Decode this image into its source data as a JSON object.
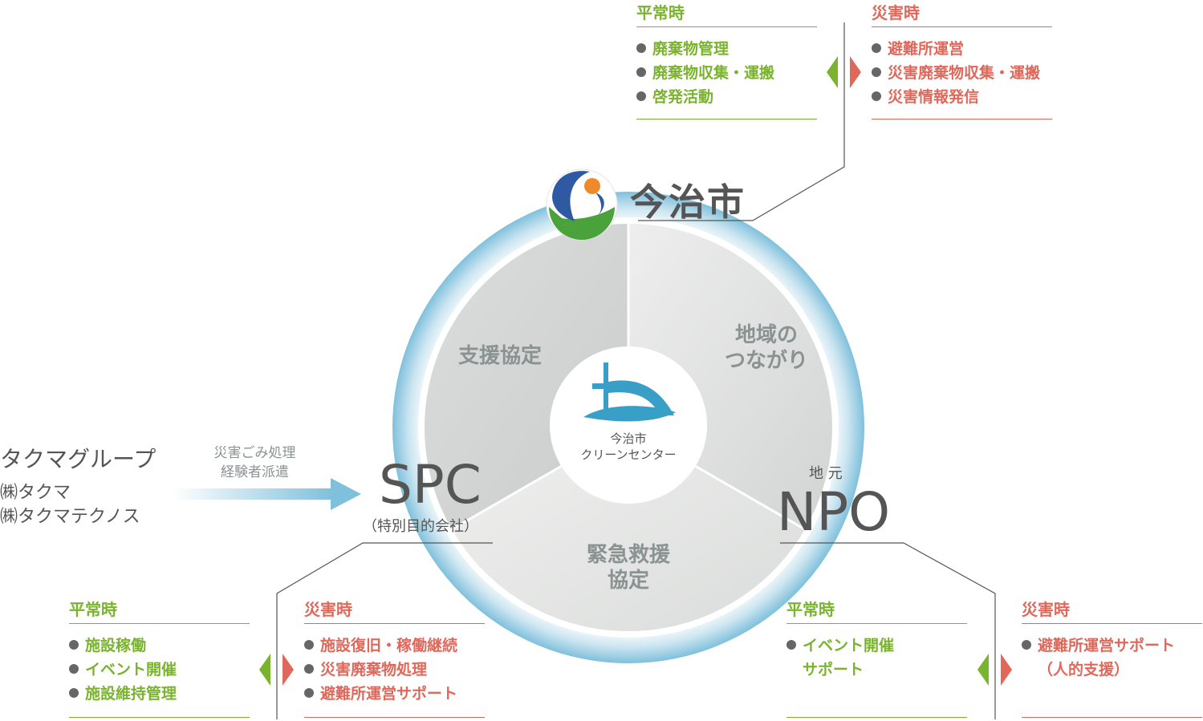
{
  "city": {
    "name": "今治市",
    "normal": {
      "title": "平常時",
      "items": [
        "廃棄物管理",
        "廃棄物収集・運搬",
        "啓発活動"
      ]
    },
    "disaster": {
      "title": "災害時",
      "items": [
        "避難所運営",
        "災害廃棄物収集・運搬",
        "災害情報発信"
      ]
    }
  },
  "center": {
    "line1": "今治市",
    "line2": "クリーンセンター"
  },
  "segments": {
    "top_left": "支援協定",
    "right": {
      "line1": "地域の",
      "line2": "つながり"
    },
    "bottom": {
      "line1": "緊急救援",
      "line2": "協定"
    }
  },
  "spc": {
    "name": "SPC",
    "sub": "（特別目的会社）",
    "normal": {
      "title": "平常時",
      "items": [
        "施設稼働",
        "イベント開催",
        "施設維持管理"
      ]
    },
    "disaster": {
      "title": "災害時",
      "items": [
        "施設復旧・稼働継続",
        "災害廃棄物処理",
        "避難所運営サポート"
      ]
    }
  },
  "npo": {
    "label": "地 元",
    "name": "NPO",
    "normal": {
      "title": "平常時",
      "items": [
        "イベント開催"
      ],
      "continuation": "サポート"
    },
    "disaster": {
      "title": "災害時",
      "items": [
        "避難所運営サポート"
      ],
      "continuation": "（人的支援）"
    }
  },
  "takuma": {
    "title": "タクマグループ",
    "line1": "㈱タクマ",
    "line2": "㈱タクマテクノス",
    "arrow_line1": "災害ごみ処理",
    "arrow_line2": "経験者派遣"
  },
  "colors": {
    "green": "#7ab32e",
    "red": "#e0685b",
    "ring": "#8ec8df",
    "segment_text": "#8a9392"
  }
}
